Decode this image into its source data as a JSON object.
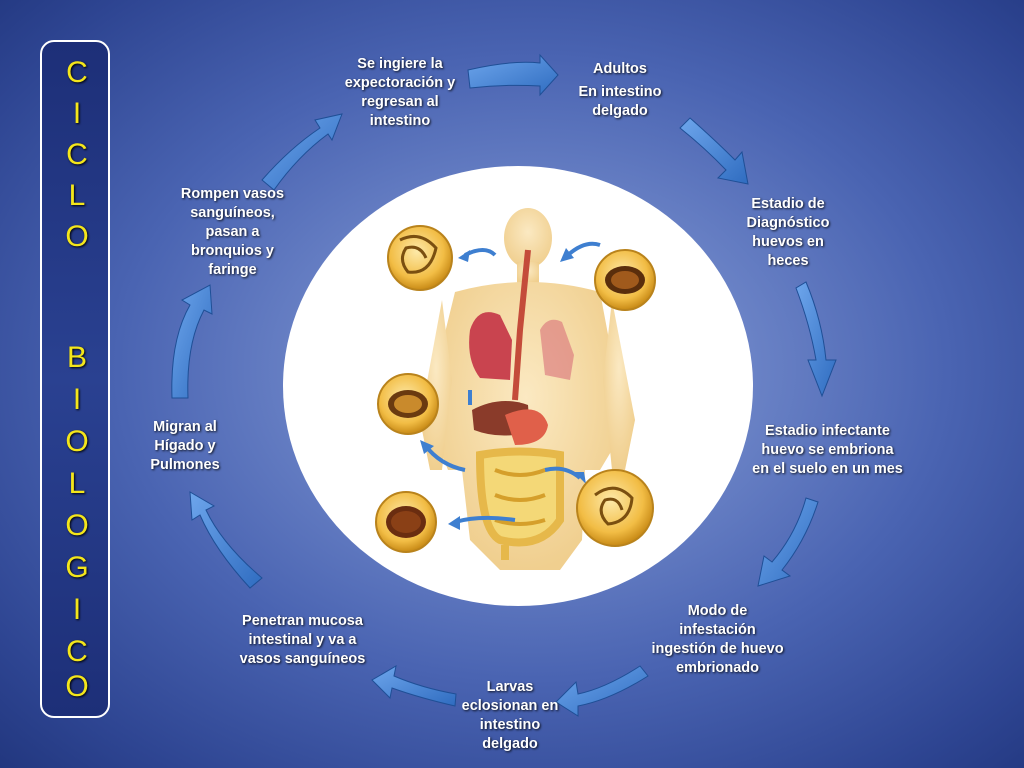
{
  "side_title": {
    "letters": [
      "C",
      "I",
      "C",
      "L",
      "O",
      "B",
      "I",
      "O",
      "L",
      "O",
      "G",
      "I",
      "C",
      "O"
    ]
  },
  "labels": {
    "ingiere": [
      "Se ingiere la",
      "expectoración y",
      "regresan al",
      "intestino"
    ],
    "adultos_title": "Adultos",
    "adultos_body": [
      "En intestino",
      "delgado"
    ],
    "diagnostico": [
      "Estadio de",
      "Diagnóstico",
      "huevos en",
      "heces"
    ],
    "infectante": [
      "Estadio infectante",
      "huevo se embriona",
      "en el suelo en un mes"
    ],
    "modo": [
      "Modo de",
      "infestación",
      "ingestión de huevo",
      "embrionado"
    ],
    "larvas": [
      "Larvas",
      "eclosionan en",
      "intestino",
      "delgado"
    ],
    "penetran": [
      "Penetran mucosa",
      "intestinal y va a",
      "vasos sanguíneos"
    ],
    "migran": [
      "Migran al",
      "Hígado y",
      "Pulmones"
    ],
    "rompen": [
      "Rompen vasos",
      "sanguíneos,",
      "pasan a",
      "bronquios y",
      "faringe"
    ]
  },
  "colors": {
    "arrow": "#3e7fd0",
    "side_text": "#f4e61b",
    "label_text": "#ffffff"
  },
  "icons": {
    "body": "human-anatomy-illustration",
    "stages": [
      "larva-coiled-icon",
      "egg-stage-icon",
      "egg-embryonated-icon",
      "larva-in-egg-icon",
      "egg-unembryonated-icon"
    ]
  }
}
